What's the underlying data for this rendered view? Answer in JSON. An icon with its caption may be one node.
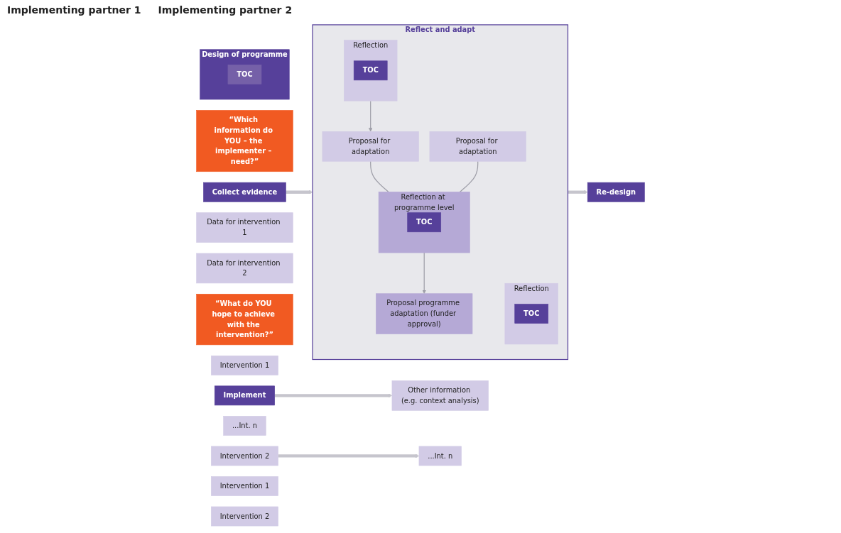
{
  "diagram": {
    "nodes": [
      {
        "text": [
          "“Which information do YOU – the implementer – need?”"
        ]
      },
      {
        "text": [
          "Collect evidence"
        ]
      },
      {
        "text": [
          "Data for intervention 1"
        ]
      },
      {
        "text": [
          "Data for intervention 2"
        ]
      },
      {
        "text": [
          "Other information (e.g. context analysis)"
        ]
      },
      {
        "text": [
          "Reflect and adapt"
        ]
      },
      {
        "text": [
          "Reflection"
        ],
        "in": 5
      },
      {
        "text": [
          "TOC"
        ],
        "in": 6
      },
      {
        "text": [
          "Proposal for adaptation"
        ],
        "in": 5
      },
      {
        "text": [
          "Reflection"
        ],
        "in": 5
      },
      {
        "text": [
          "TOC"
        ],
        "in": 9
      },
      {
        "text": [
          "Proposal for adaptation"
        ],
        "in": 5
      },
      {
        "text": [
          "Reflection at programme level"
        ],
        "in": 5
      },
      {
        "text": [
          "TOC"
        ],
        "in": 12
      },
      {
        "text": [
          "Proposal programme adaptation (funder approval)"
        ],
        "in": 5
      },
      {
        "text": [
          "Re-design"
        ]
      },
      {
        "text": [
          "“What do YOU hope to achieve with the intervention?”"
        ]
      },
      {
        "text": [
          "Design of programme"
        ]
      },
      {
        "text": [
          "TOC"
        ],
        "in": 17
      },
      {
        "text": [
          "Intervention 1"
        ]
      },
      {
        "text": [
          "Intervention 2"
        ]
      },
      {
        "text": [
          "...Int. n"
        ]
      },
      {
        "text": [
          "Implement"
        ]
      },
      {
        "text": [
          "Intervention 1"
        ]
      },
      {
        "text": [
          "Intervention 2"
        ]
      },
      {
        "text": [
          "...Int. n"
        ]
      }
    ],
    "edges": [
      {
        "from": 1,
        "to": 5,
        "arrow": "to",
        "style": "thick",
        "color": "#c6c5cd"
      },
      {
        "from": 6,
        "to": 8,
        "arrow": "to"
      },
      {
        "from": 8,
        "to": 12,
        "arrow": "none"
      },
      {
        "from": 11,
        "to": 12,
        "arrow": "none"
      },
      {
        "from": 12,
        "to": 14,
        "arrow": "to"
      },
      {
        "from": 5,
        "to": 15,
        "arrow": "to",
        "style": "thick",
        "color": "#c6c5cd"
      },
      {
        "from": 20,
        "to": 25,
        "arrow": "to",
        "style": "thick",
        "color": "#c6c5cd"
      },
      {
        "from": 22,
        "to": 4,
        "arrow": "to",
        "style": "thick",
        "color": "#c6c5cd"
      }
    ],
    "labels": [
      "Implementing partner 1",
      "Implementing partner 2"
    ]
  }
}
